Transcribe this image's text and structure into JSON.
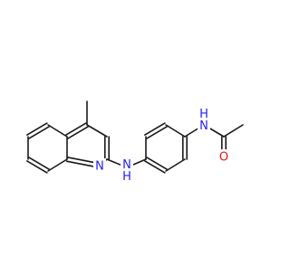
{
  "molecule": {
    "colors": {
      "bond": "#1a1a1a",
      "nitrogen": "#2222ee",
      "oxygen": "#ee1111",
      "background": "#ffffff"
    },
    "atom_labels": {
      "quinoline_n": "N",
      "amine_n": "N",
      "amine_h": "H",
      "amide_n": "N",
      "amide_h": "H",
      "carbonyl_o": "O"
    }
  }
}
